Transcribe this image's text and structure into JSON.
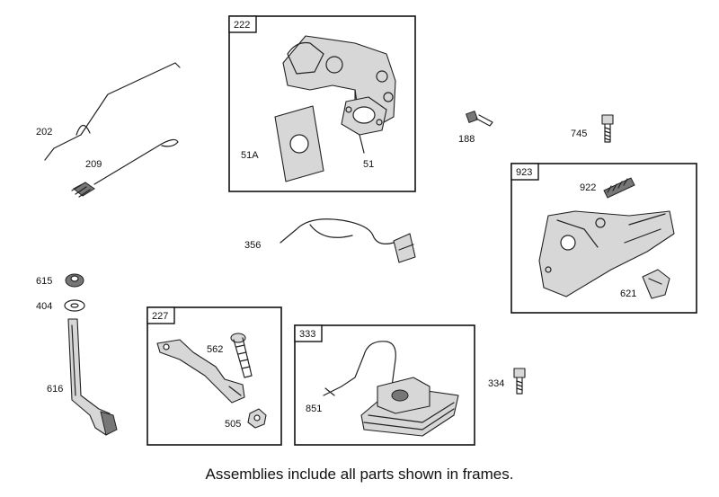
{
  "frames": [
    {
      "id": "222"
    },
    {
      "id": "923"
    },
    {
      "id": "227"
    },
    {
      "id": "333"
    }
  ],
  "parts": {
    "p202": "202",
    "p209": "209",
    "p51A": "51A",
    "p51": "51",
    "p188": "188",
    "p745": "745",
    "p922": "922",
    "p621": "621",
    "p356": "356",
    "p615": "615",
    "p404": "404",
    "p616": "616",
    "p562": "562",
    "p505": "505",
    "p851": "851",
    "p334": "334"
  },
  "caption": "Assemblies include all parts shown in frames."
}
